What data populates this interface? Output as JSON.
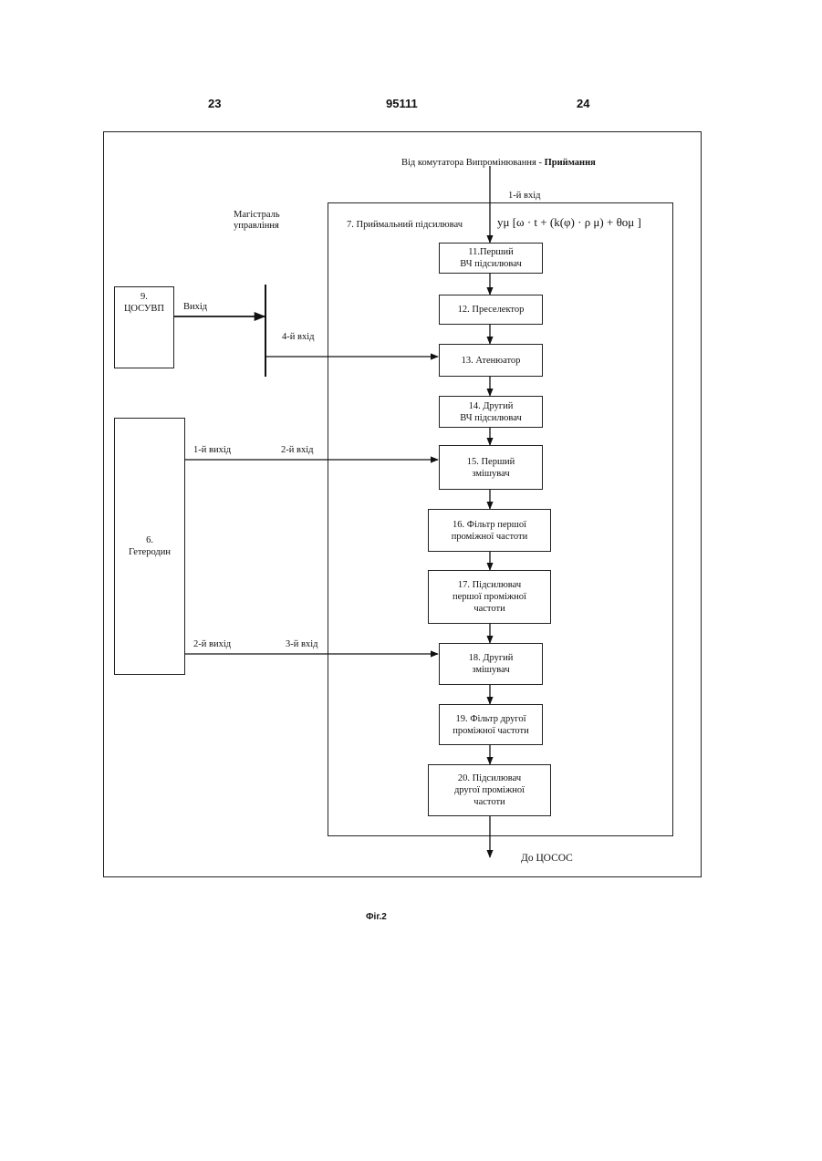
{
  "header": {
    "left_page": "23",
    "patent_number": "95111",
    "right_page": "24"
  },
  "source": {
    "text_normal": "Від комутатора Випромінювання - ",
    "text_bold": "Приймання"
  },
  "input1_label": "1-й вхід",
  "formula": "yμ [ω · t + (k(φ) · ρ μ) + θoμ ]",
  "bus_label": "Магістраль\nуправління",
  "receiver_amp_label": "7. Приймальний підсилювач",
  "csuvp": {
    "label": "9.\nЦОСУВП",
    "output_label": "Вихід"
  },
  "input4_label": "4-й вхід",
  "heterodyne": {
    "label": "6.\nГетеродин",
    "out1": "1-й вихід",
    "in2": "2-й вхід",
    "out2": "2-й вихід",
    "in3": "3-й вхід"
  },
  "blocks": [
    "11.Перший\nВЧ  підсилювач",
    "12. Преселектор",
    "13. Атенюатор",
    "14.  Другий\nВЧ підсилювач",
    "15. Перший\nзмішувач",
    "16. Фільтр першої\nпроміжної  частоти",
    "17. Підсилювач\nпершої проміжної\nчастоти",
    "18. Другий\nзмішувач",
    "19. Фільтр другої\nпроміжної частоти",
    "20. Підсилювач\nдругої  проміжної\nчастоти"
  ],
  "output_label": "До  ЦОСОС",
  "figure_caption": "Фіг.2"
}
